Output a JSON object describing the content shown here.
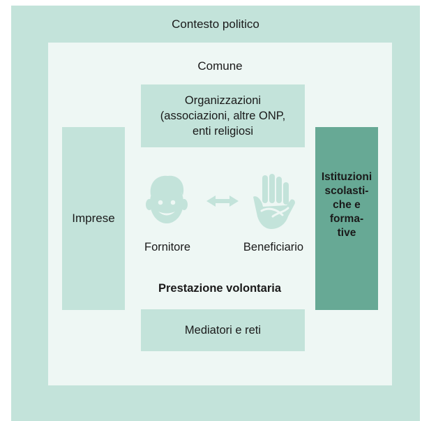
{
  "diagram": {
    "context_label": "Contesto politico",
    "municipality_label": "Comune",
    "organizations_label": "Organizzazioni\n(associazioni, altre ONP,\nenti religiosi",
    "businesses_label": "Imprese",
    "schools_label": "Istituzioni\nscolasti-\nche e\nforma-\ntive",
    "provider_label": "Fornitore",
    "beneficiary_label": "Beneficiario",
    "service_label": "Prestazione volontaria",
    "mediators_label": "Mediatori e reti"
  },
  "colors": {
    "outer_bg": "#c3e3da",
    "inner_bg": "#eef7f4",
    "box_bg": "#c3e3da",
    "highlight_box_bg": "#67a995",
    "icon_color": "#c3e3da"
  },
  "icons": {
    "provider": "person-face-icon",
    "exchange": "double-arrow-icon",
    "beneficiary": "helping-hands-icon"
  }
}
